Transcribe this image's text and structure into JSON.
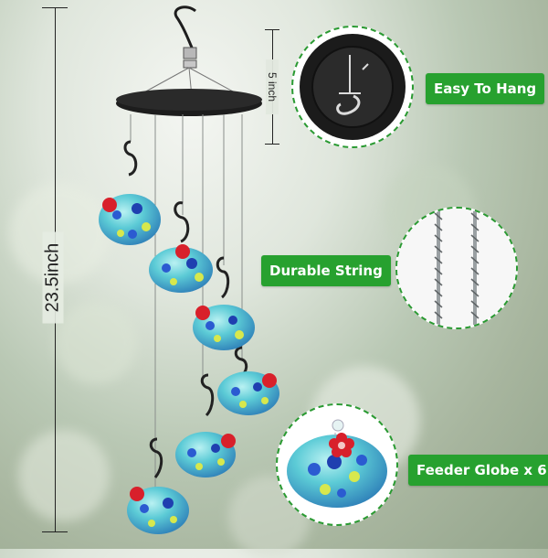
{
  "measurements": {
    "total_height": "23.5inch",
    "top_height": "5 inch"
  },
  "features": [
    {
      "label": "Easy To Hang",
      "icon": "hanging-hook-icon"
    },
    {
      "label": "Durable String",
      "icon": "string-icon"
    },
    {
      "label": "Feeder Globe x 6",
      "icon": "feeder-globe-icon"
    }
  ],
  "colors": {
    "label_green": "#27a12f",
    "dashed_border": "#2a9a32",
    "globe_blue": "#2b5bd1",
    "globe_teal": "#6ad3d9",
    "flower_red": "#d8202b",
    "hanger_black": "#1d1d1d"
  }
}
